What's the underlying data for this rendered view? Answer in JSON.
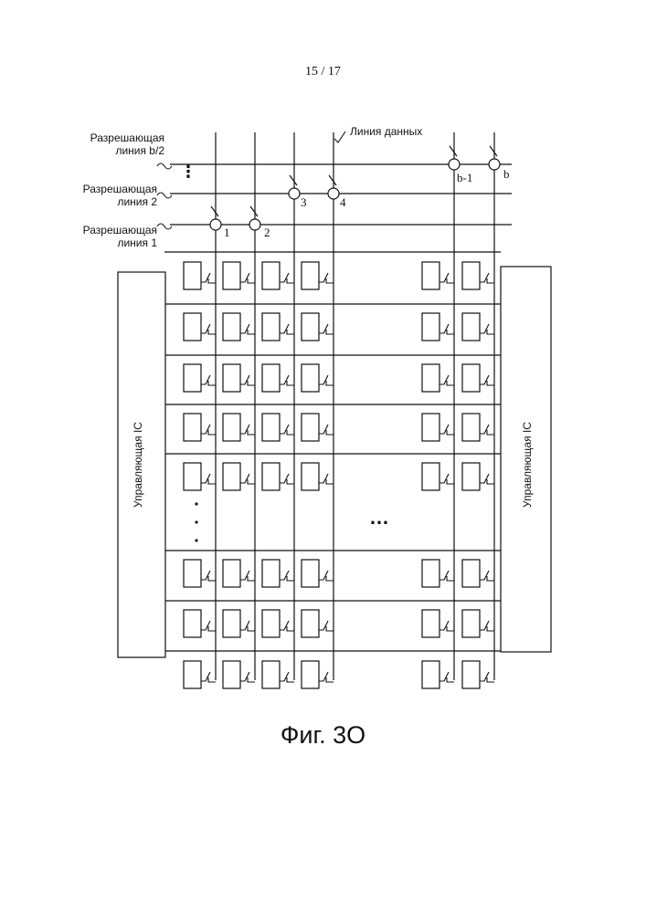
{
  "page_number": "15 / 17",
  "figure_caption": "Фиг. 3О",
  "labels": {
    "enable_line_b2_l1": "Разрешающая",
    "enable_line_b2_l2": "линия b/2",
    "enable_line_2_l1": "Разрешающая",
    "enable_line_2_l2": "линия 2",
    "enable_line_1_l1": "Разрешающая",
    "enable_line_1_l2": "линия 1",
    "data_line": "Линия данных",
    "control_ic_left": "Управляющая IC",
    "control_ic_right": "Управляющая IC"
  },
  "switch_numbers": [
    "1",
    "2",
    "3",
    "4",
    "b-1",
    "b"
  ],
  "ellipsis_vertical_left": "⋮",
  "ellipsis_middle": "…",
  "colors": {
    "line": "#111111",
    "background": "#ffffff"
  }
}
